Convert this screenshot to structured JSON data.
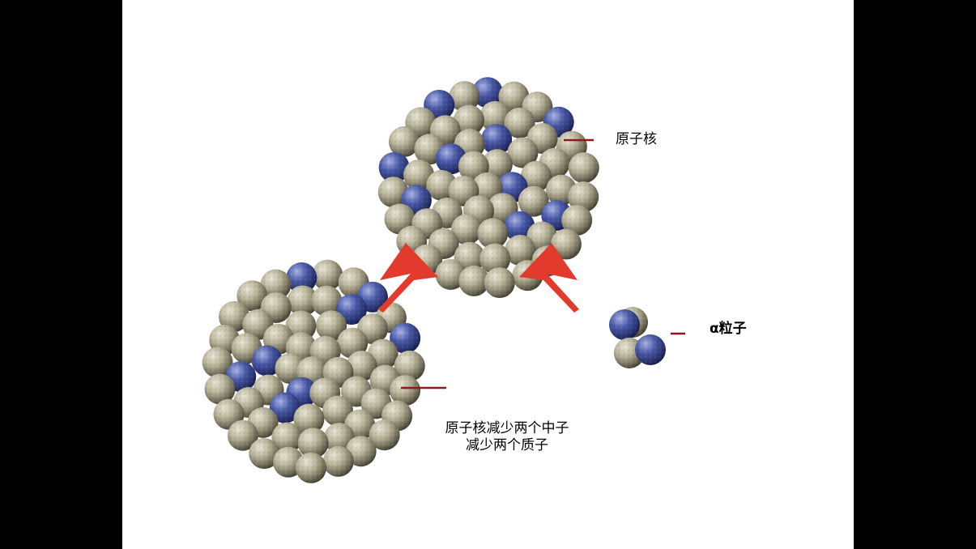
{
  "labels": {
    "nucleus": "原子核",
    "alpha_particle": "α粒子",
    "daughter_line1": "原子核减少两个中子",
    "daughter_line2": "减少两个质子"
  },
  "colors": {
    "background": "#ffffff",
    "letterbox": "#000000",
    "neutron": "#b9b49a",
    "proton": "#4a5aa8",
    "arrow": "#e23b2e",
    "leader_line": "#8b1a1a"
  }
}
